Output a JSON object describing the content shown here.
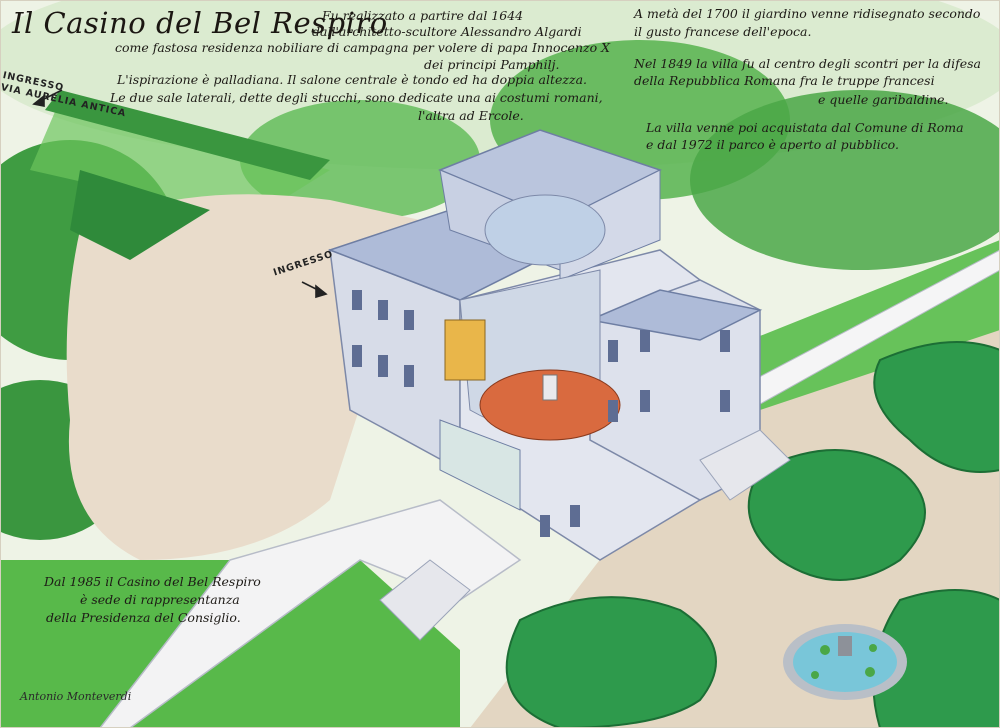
{
  "title": "Il Casino del Bel Respiro",
  "labels": {
    "ingresso_via": [
      "INGRESSO",
      "VIA AURELIA ANTICA"
    ],
    "ingresso": "INGRESSO"
  },
  "text_blocks": {
    "intro": [
      "Fu realizzato a partire dal 1644",
      "dall'architetto-scultore Alessandro Algardi",
      "come fastosa residenza nobiliare di campagna per volere di papa Innocenzo X",
      "dei principi Pamphilj."
    ],
    "palladian": [
      "L'ispirazione è palladiana. Il salone centrale è tondo ed ha doppia altezza.",
      "Le due sale laterali, dette degli stucchi, sono dedicate una ai costumi romani,",
      "l'altra ad Ercole."
    ],
    "garden": [
      "A metà del 1700 il giardino venne ridisegnato secondo",
      "il gusto francese dell'epoca."
    ],
    "republic": [
      "Nel 1849 la villa fu al centro degli scontri per la difesa",
      "della Repubblica Romana fra le truppe francesi",
      "e quelle garibaldine."
    ],
    "park": [
      "La villa venne poi acquistata dal Comune di Roma",
      "e dal 1972 il parco è aperto al pubblico."
    ],
    "presidency": [
      "Dal 1985 il Casino del Bel Respiro",
      "è sede di rappresentanza",
      "della Presidenza del Consiglio."
    ]
  },
  "signature": "Antonio Monteverdi",
  "colors": {
    "lawn": "#58b94a",
    "lawn_dark": "#2f8a3a",
    "hedge": "#2e9a4c",
    "path": "#e9dccb",
    "building": "#d7dce8",
    "building_shadow": "#9aa6c2",
    "roof": "#aebbd8",
    "salon_floor": "#d96a3f",
    "water": "#79c6d9",
    "tree": "#3fa14a"
  },
  "icons": [
    "arrow-icon",
    "fountain-icon",
    "statue-icon"
  ]
}
